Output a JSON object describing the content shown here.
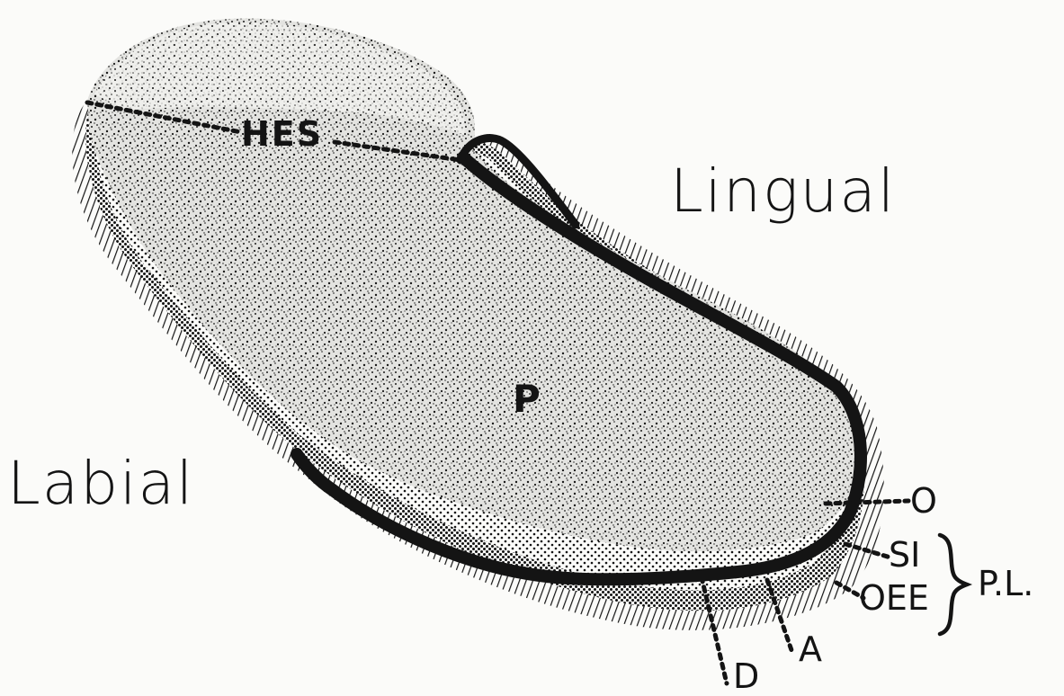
{
  "labels": {
    "lingual": "Lingual",
    "labial": "Labial",
    "hes": "HES",
    "p": "P",
    "o": "O",
    "si": "SI",
    "oee": "OEE",
    "pl": "P.L.",
    "a": "A",
    "d": "D"
  },
  "colors": {
    "ink": "#141414",
    "background": "#fbfbf9"
  }
}
